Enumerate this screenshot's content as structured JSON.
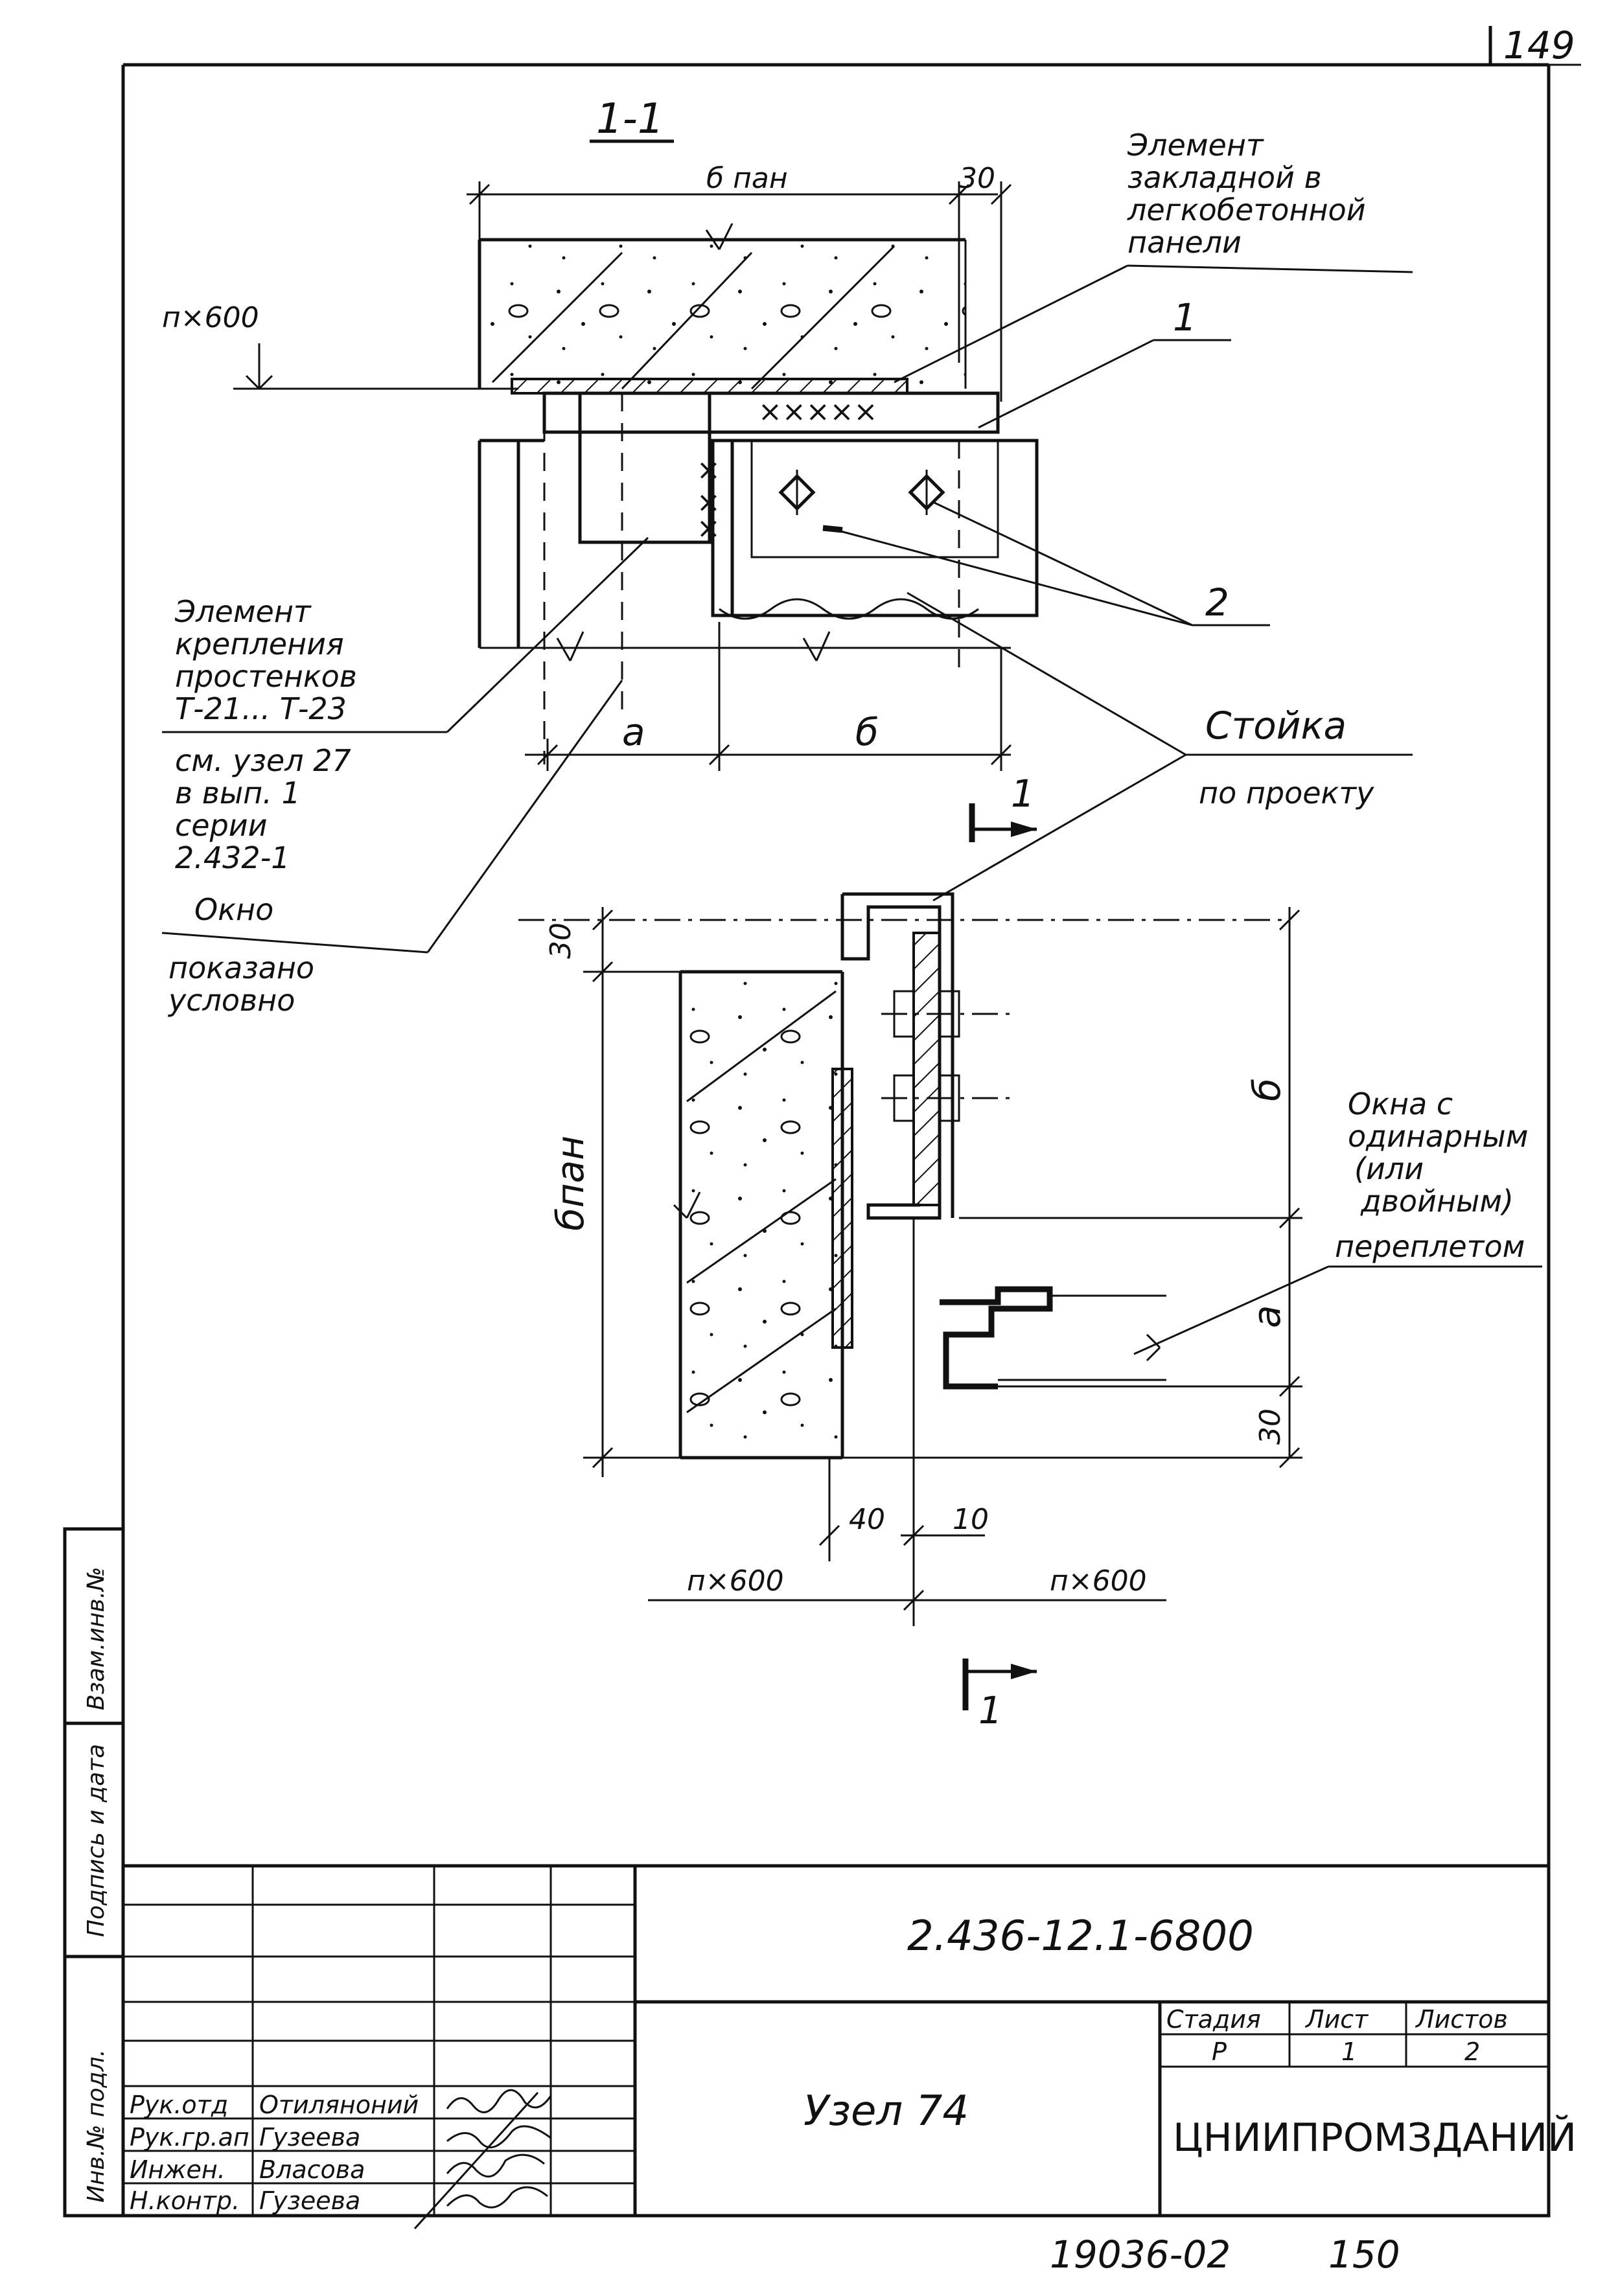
{
  "page_number": "149",
  "section_mark": "1-1",
  "dimensions": {
    "b_pan": "б пан",
    "d30": "30",
    "nx600": "п×600",
    "a": "а",
    "b": "б",
    "b_pan_vertical": "бпан",
    "d40": "40",
    "d10": "10"
  },
  "notes": {
    "embedded_element": [
      "Элемент",
      "закладной в",
      "легкобетонной",
      "панели"
    ],
    "fastening_element": [
      "Элемент",
      "крепления",
      "простенков",
      "Т-21... Т-23"
    ],
    "reference": [
      "см. узел 27",
      "в вып. 1",
      "серии",
      "2.432-1"
    ],
    "window": [
      "Окно",
      "показано",
      "условно"
    ],
    "post": [
      "Стойка",
      "по проекту"
    ],
    "window_sash": [
      "Окна с",
      "одинарным",
      "(или",
      "двойным)",
      "переплетом"
    ]
  },
  "callouts": {
    "pos1": "1",
    "pos2": "2",
    "section_cut": "1"
  },
  "title_block": {
    "document_code": "2.436-12.1-6800",
    "drawing_title": "Узел 74",
    "stage_header": "Стадия",
    "sheet_header": "Лист",
    "sheets_header": "Листов",
    "stage_value": "Р",
    "sheet_value": "1",
    "sheets_value": "2",
    "organization": "ЦНИИПРОМЗДАНИЙ",
    "roles": [
      {
        "role": "Рук.отд",
        "name": "Отиляноний"
      },
      {
        "role": "Рук.гр.ап",
        "name": "Гузеева"
      },
      {
        "role": "Инжен.",
        "name": "Власова"
      },
      {
        "role": "Н.контр.",
        "name": "Гузеева"
      }
    ]
  },
  "side_stamp": {
    "inv_original": "Инв.№ подл.",
    "signature_date": "Подпись и дата",
    "replaces_inv": "Взам.инв.№"
  },
  "footer": {
    "archive_number": "19036-02",
    "archive_page": "150"
  }
}
